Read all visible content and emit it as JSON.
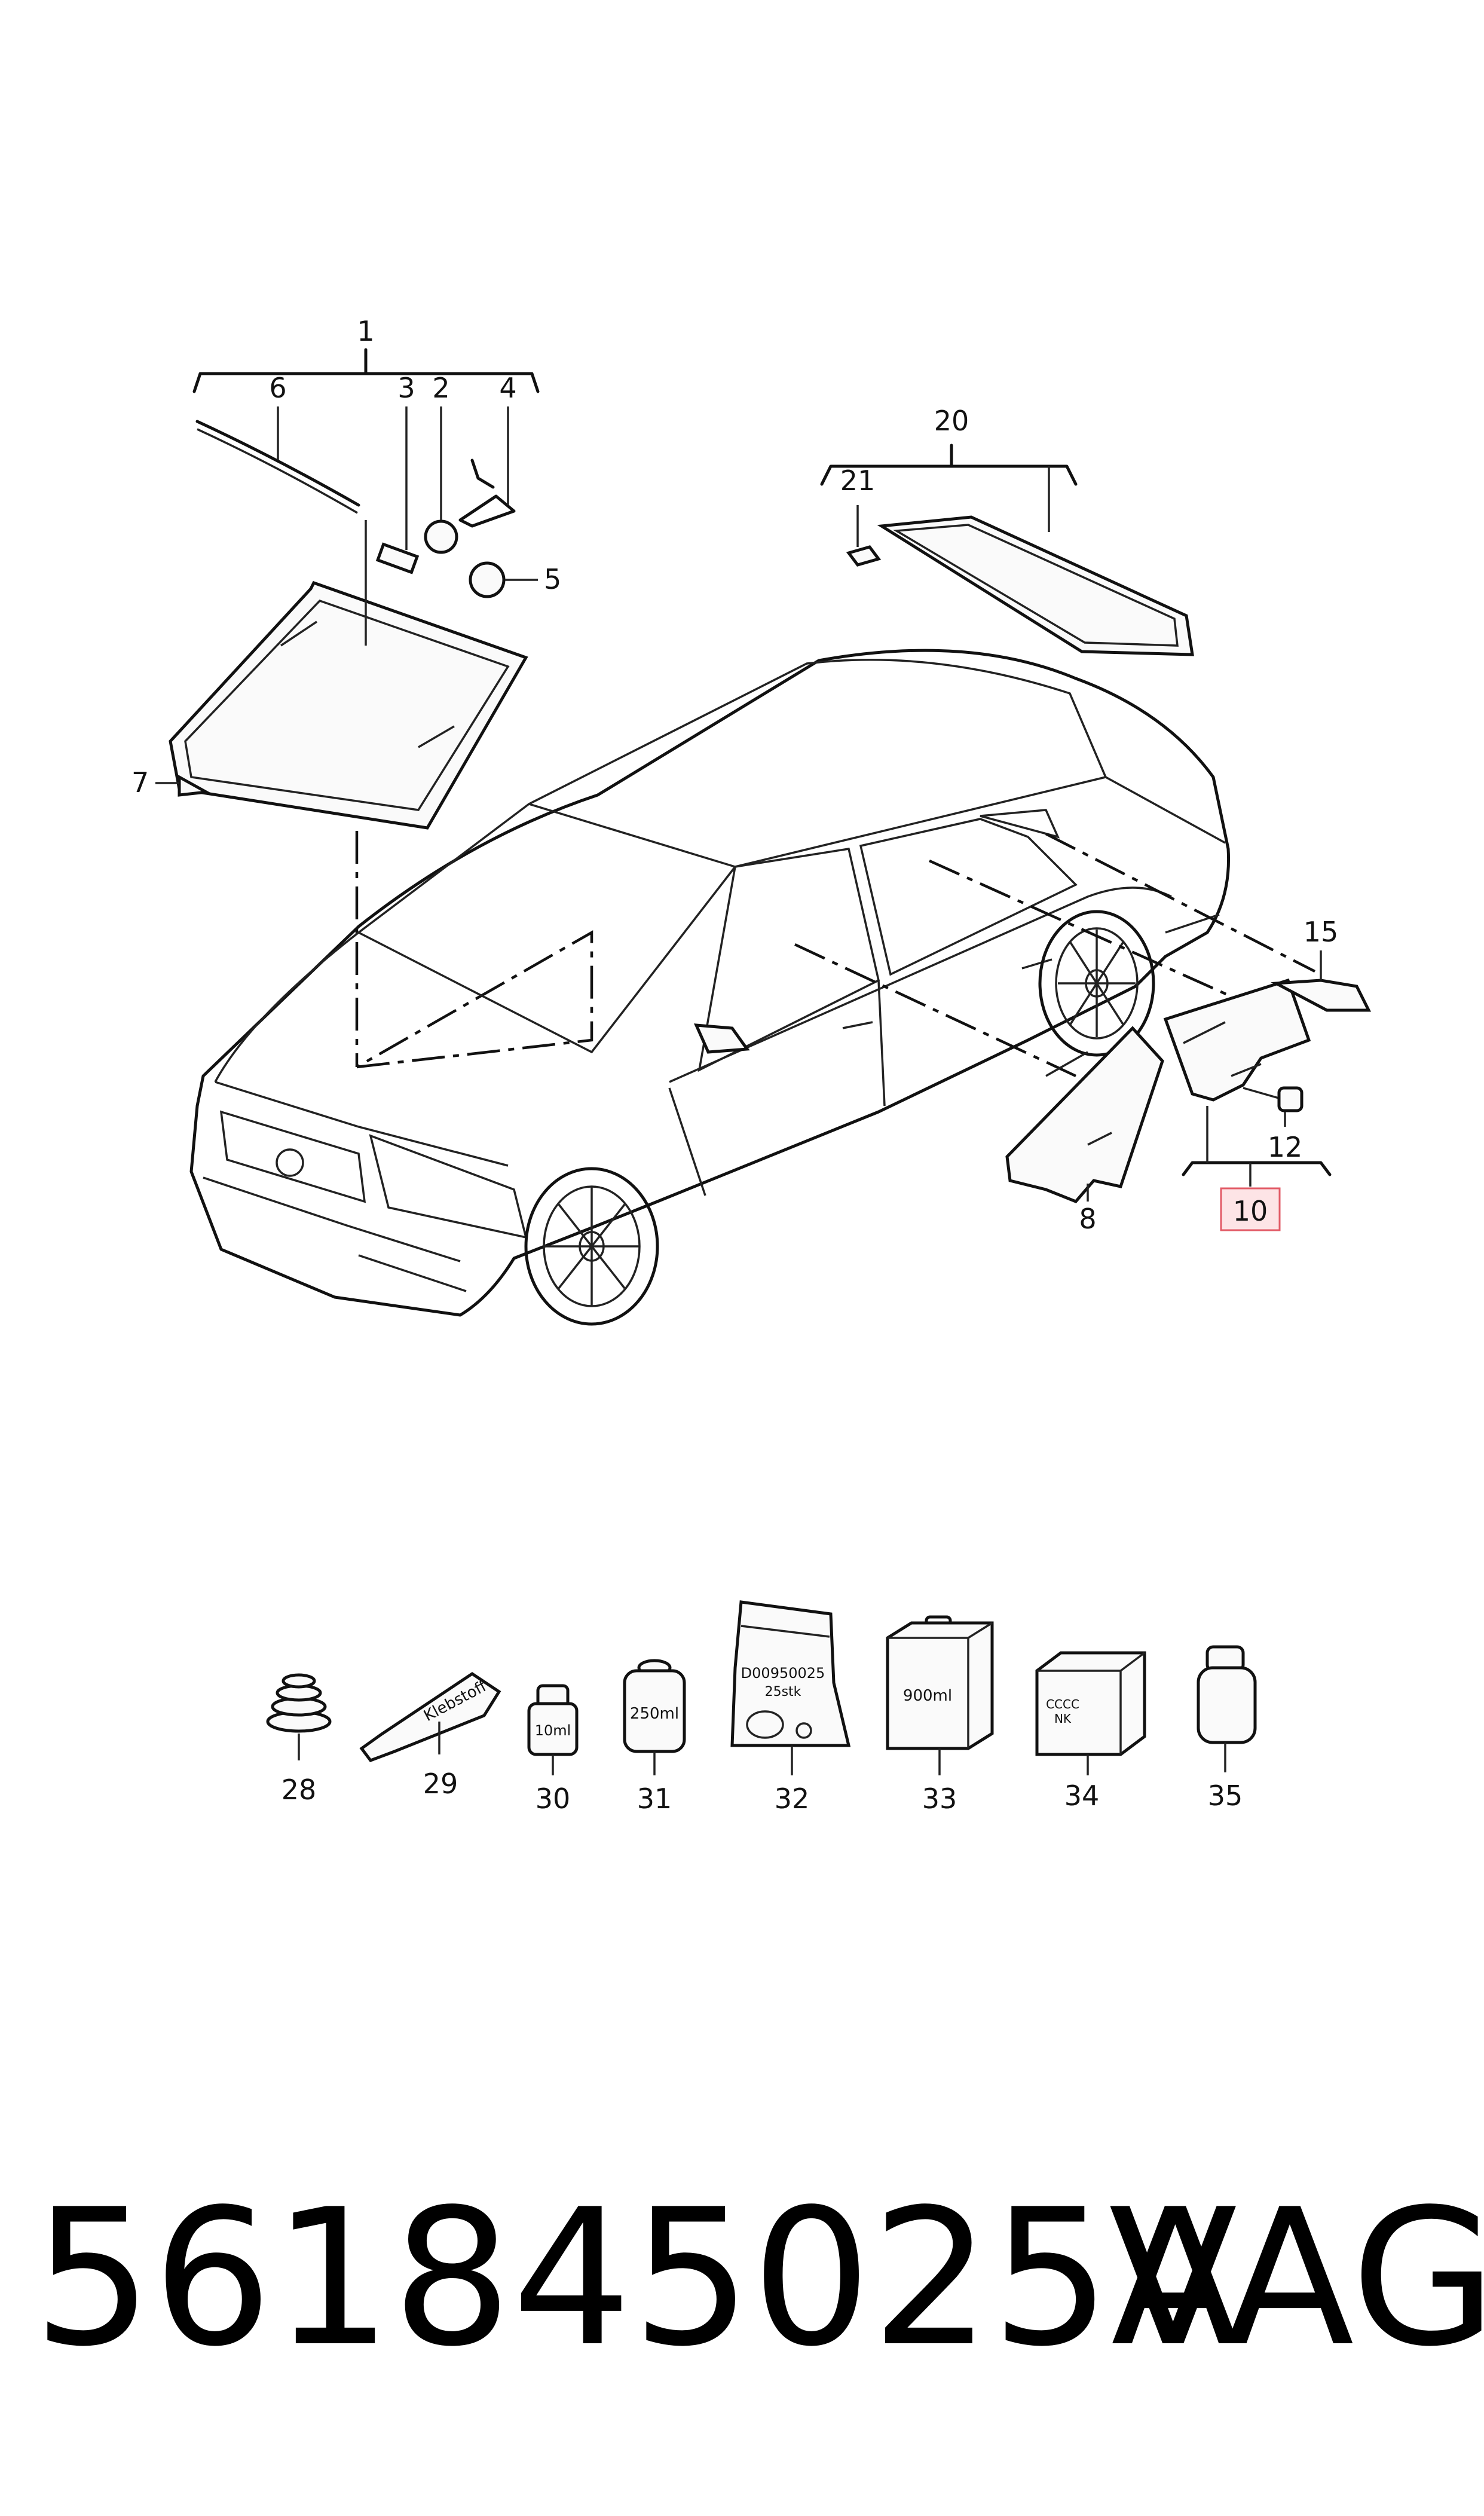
{
  "diagram": {
    "callouts": {
      "c1": "1",
      "c2": "2",
      "c3": "3",
      "c4": "4",
      "c5": "5",
      "c6": "6",
      "c7": "7",
      "c8": "8",
      "c10": "10",
      "c12": "12",
      "c15": "15",
      "c20": "20",
      "c21": "21",
      "c28": "28",
      "c29": "29",
      "c30": "30",
      "c31": "31",
      "c32": "32",
      "c33": "33",
      "c34": "34",
      "c35": "35"
    },
    "highlighted_callout": "10",
    "accessory_labels": {
      "tube": "Klebstoff",
      "small_bottle": "10ml",
      "can": "250ml",
      "bag_line1": "D00950025",
      "bag_line2": "25stk",
      "box": "900ml",
      "cube_line1": "CCCC",
      "cube_line2": "NK"
    },
    "highlight_color": "#e25a66"
  },
  "footer": {
    "part_number": "561845025A",
    "brand": "VAG"
  }
}
